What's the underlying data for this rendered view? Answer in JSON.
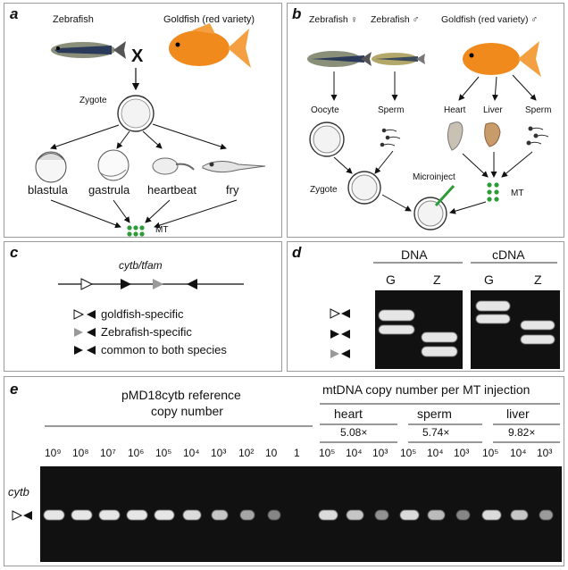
{
  "panel_a": {
    "label": "a",
    "fish_left": "Zebrafish",
    "fish_right": "Goldfish (red variety)",
    "cross": "X",
    "zygote": "Zygote",
    "stages": [
      "blastula",
      "gastrula",
      "heartbeat",
      "fry"
    ],
    "mt": "MT"
  },
  "panel_b": {
    "label": "b",
    "zebra_female": "Zebrafish ♀",
    "zebra_male": "Zebrafish ♂",
    "goldfish_male": "Goldfish (red variety) ♂",
    "oocyte": "Oocyte",
    "sperm": "Sperm",
    "heart": "Heart",
    "liver": "Liver",
    "sperm2": "Sperm",
    "zygote": "Zygote",
    "microinject": "Microinject",
    "mt": "MT"
  },
  "panel_c": {
    "label": "c",
    "gene": "cytb/tfam",
    "legend": [
      "goldfish-specific",
      "Zebrafish-specific",
      "common to both species"
    ]
  },
  "panel_d": {
    "label": "d",
    "dna": "DNA",
    "cdna": "cDNA",
    "lanes": [
      "G",
      "Z",
      "G",
      "Z"
    ]
  },
  "panel_e": {
    "label": "e",
    "ref_title_1": "pMD18cytb reference",
    "ref_title_2": "copy number",
    "mt_title": "mtDNA copy number per MT injection",
    "groups": [
      {
        "name": "heart",
        "fold": "5.08×"
      },
      {
        "name": "sperm",
        "fold": "5.74×"
      },
      {
        "name": "liver",
        "fold": "9.82×"
      }
    ],
    "ref_lanes": [
      "10⁹",
      "10⁸",
      "10⁷",
      "10⁶",
      "10⁵",
      "10⁴",
      "10³",
      "10²",
      "10",
      "1"
    ],
    "mt_lanes": [
      "10⁵",
      "10⁴",
      "10³",
      "10⁵",
      "10⁴",
      "10³",
      "10⁵",
      "10⁴",
      "10³"
    ],
    "row_label": "cytb"
  }
}
